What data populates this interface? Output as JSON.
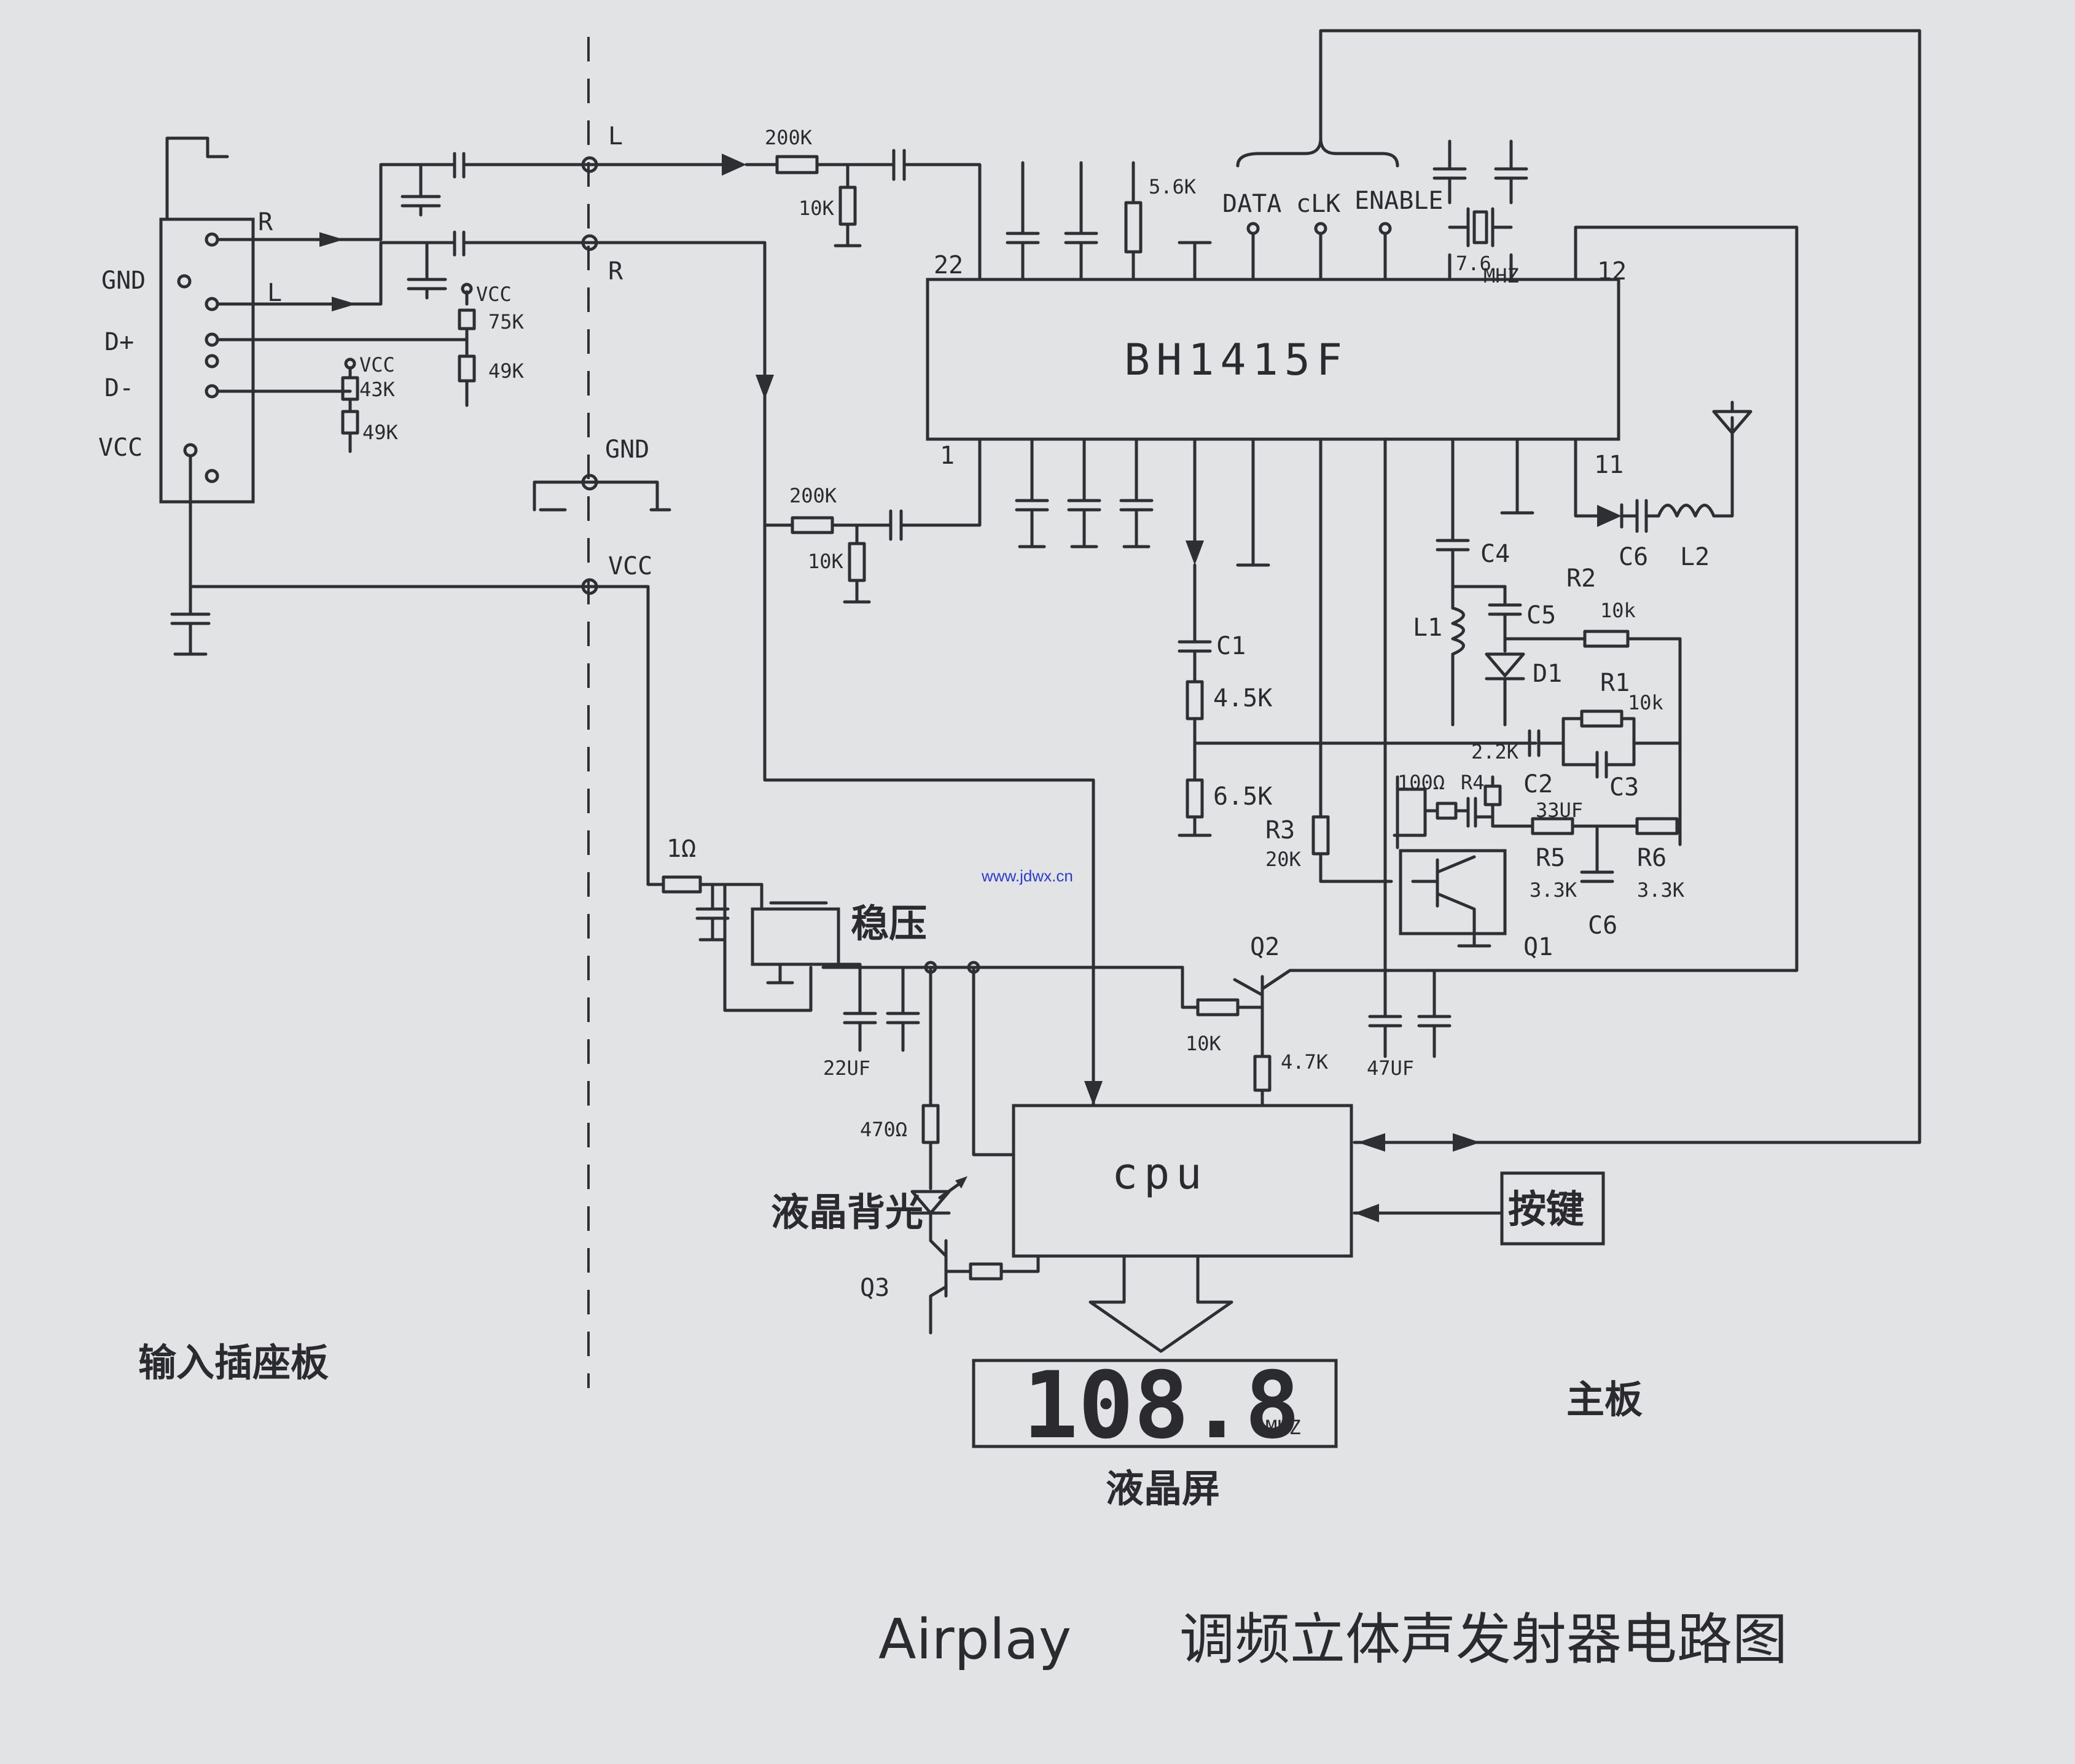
{
  "connector": {
    "pins": [
      "GND",
      "D+",
      "D-",
      "VCC"
    ],
    "right_label": "R",
    "left_label": "L",
    "vcc_label": "VCC"
  },
  "input_resistors": {
    "r1": "75K",
    "r2": "49K",
    "r3": "43K",
    "r4": "49K"
  },
  "divider": {
    "l": "L",
    "r": "R",
    "gnd": "GND",
    "vcc": "VCC"
  },
  "audio_path": {
    "r_top": "200K",
    "r_top_shunt": "10K",
    "r_bot": "200K",
    "r_bot_shunt": "10K"
  },
  "ic": {
    "name": "BH1415F",
    "pin22": "22",
    "pin12": "12",
    "pin1": "1",
    "pin11": "11",
    "data": "DATA",
    "clk": "cLK",
    "enable": "ENABLE",
    "r_top": "5.6K",
    "crystal": "7.6",
    "crystal_unit": "MHZ"
  },
  "filter": {
    "c1": "C1",
    "r_a": "4.5K",
    "r_b": "6.5K"
  },
  "vco": {
    "c4": "C4",
    "l1": "L1",
    "c5": "C5",
    "d1": "D1",
    "r2": "R2",
    "r2_val": "10k",
    "r1": "R1",
    "r1_val": "10k",
    "c2": "C2",
    "c3": "C3",
    "r_22k": "2.2K",
    "r4": "R4",
    "r4_val": "100Ω",
    "cap_33": "33UF",
    "r3": "R3",
    "r3_val": "20K",
    "r5": "R5",
    "r5_val": "3.3K",
    "r6": "R6",
    "r6_val": "3.3K",
    "c6": "C6",
    "q1": "Q1"
  },
  "rf_out": {
    "c6": "C6",
    "l2": "L2"
  },
  "power": {
    "r_in": "1Ω",
    "regulator": "稳压",
    "cap_a": "22UF",
    "q2": "Q2",
    "r_q2a": "10K",
    "r_q2b": "4.7K",
    "cap_b": "47UF"
  },
  "cpu": {
    "name": "cpu",
    "keys": "按键"
  },
  "backlight": {
    "r": "470Ω",
    "label": "液晶背光",
    "q3": "Q3"
  },
  "lcd": {
    "reading": "108.8",
    "unit": "MHZ",
    "label": "液晶屏"
  },
  "boards": {
    "input_board": "输入插座板",
    "main_board": "主板"
  },
  "title": {
    "prefix": "Airplay",
    "rest": "调频立体声发射器电路图"
  },
  "watermark": "www.jdwx.cn"
}
